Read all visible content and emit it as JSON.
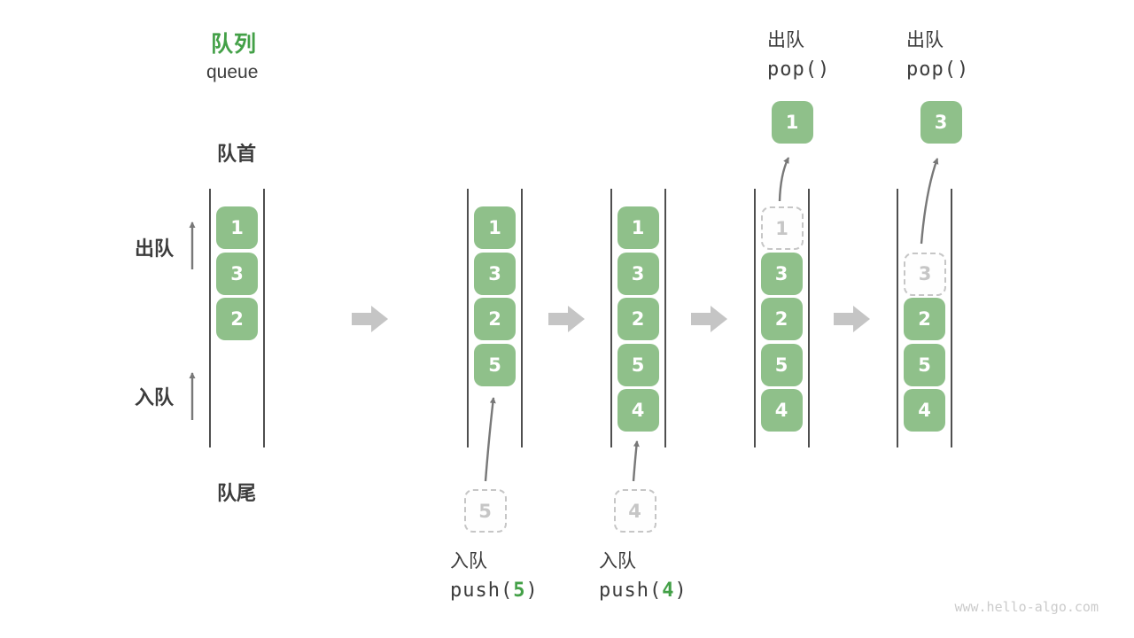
{
  "title": {
    "cn": "队列",
    "en": "queue"
  },
  "labels": {
    "front": "队首",
    "rear": "队尾",
    "dequeue": "出队",
    "enqueue": "入队"
  },
  "watermark": "www.hello-algo.com",
  "colors": {
    "box_green": "#8fc08a",
    "title_green": "#43a047",
    "text_dark": "#3c3c3c",
    "dashed_gray": "#c6c6c6",
    "step_arrow_gray": "#c5c5c5",
    "connector_gray": "#787878",
    "column_line": "#4f4f4f"
  },
  "states": [
    {
      "cells": [
        {
          "row": 0,
          "value": "1",
          "dashed": false
        },
        {
          "row": 1,
          "value": "3",
          "dashed": false
        },
        {
          "row": 2,
          "value": "2",
          "dashed": false
        }
      ]
    },
    {
      "cells": [
        {
          "row": 0,
          "value": "1",
          "dashed": false
        },
        {
          "row": 1,
          "value": "3",
          "dashed": false
        },
        {
          "row": 2,
          "value": "2",
          "dashed": false
        },
        {
          "row": 3,
          "value": "5",
          "dashed": false
        }
      ],
      "pending": {
        "value": "5"
      },
      "op": {
        "position": "bottom",
        "action": "入队",
        "code_prefix": "push(",
        "code_arg": "5",
        "code_suffix": ")"
      }
    },
    {
      "cells": [
        {
          "row": 0,
          "value": "1",
          "dashed": false
        },
        {
          "row": 1,
          "value": "3",
          "dashed": false
        },
        {
          "row": 2,
          "value": "2",
          "dashed": false
        },
        {
          "row": 3,
          "value": "5",
          "dashed": false
        },
        {
          "row": 4,
          "value": "4",
          "dashed": false
        }
      ],
      "pending": {
        "value": "4"
      },
      "op": {
        "position": "bottom",
        "action": "入队",
        "code_prefix": "push(",
        "code_arg": "4",
        "code_suffix": ")"
      }
    },
    {
      "cells": [
        {
          "row": 0,
          "value": "1",
          "dashed": true
        },
        {
          "row": 1,
          "value": "3",
          "dashed": false
        },
        {
          "row": 2,
          "value": "2",
          "dashed": false
        },
        {
          "row": 3,
          "value": "5",
          "dashed": false
        },
        {
          "row": 4,
          "value": "4",
          "dashed": false
        }
      ],
      "popped": {
        "value": "1"
      },
      "op": {
        "position": "top",
        "action": "出队",
        "code_prefix": "pop()",
        "code_arg": "",
        "code_suffix": ""
      }
    },
    {
      "cells": [
        {
          "row": 1,
          "value": "3",
          "dashed": true
        },
        {
          "row": 2,
          "value": "2",
          "dashed": false
        },
        {
          "row": 3,
          "value": "5",
          "dashed": false
        },
        {
          "row": 4,
          "value": "4",
          "dashed": false
        }
      ],
      "popped": {
        "value": "3"
      },
      "op": {
        "position": "top",
        "action": "出队",
        "code_prefix": "pop()",
        "code_arg": "",
        "code_suffix": ""
      }
    }
  ]
}
